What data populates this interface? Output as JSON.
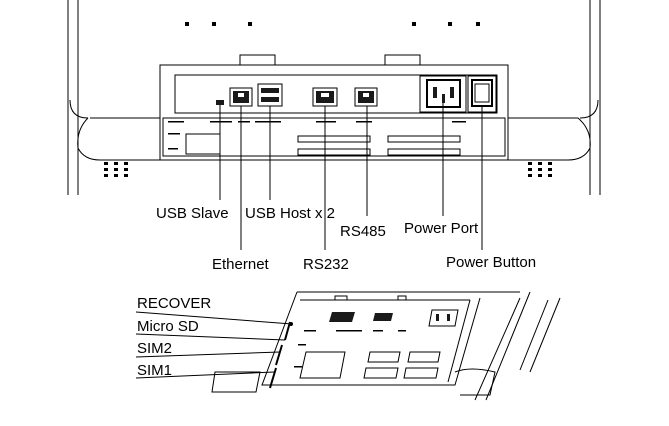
{
  "labels": {
    "usb_slave": "USB Slave",
    "usb_host": "USB Host x 2",
    "rs485": "RS485",
    "power_port": "Power Port",
    "ethernet": "Ethernet",
    "rs232": "RS232",
    "power_button": "Power Button",
    "recover": "RECOVER",
    "micro_sd": "Micro SD",
    "sim2": "SIM2",
    "sim1": "SIM1"
  },
  "colors": {
    "line": "#000000",
    "background": "#ffffff",
    "port_fill": "#1a1a1a"
  }
}
